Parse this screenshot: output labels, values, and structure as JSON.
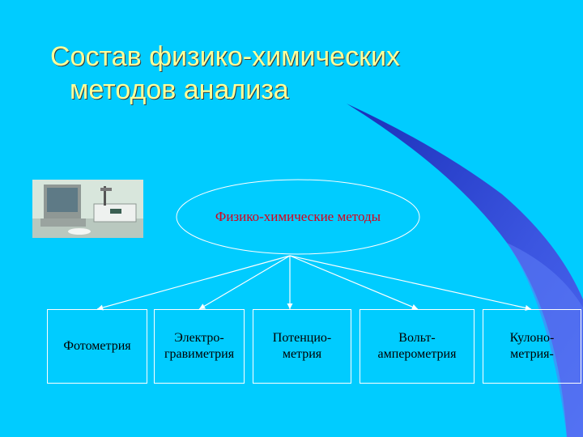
{
  "title": {
    "line1": "Состав физико-химических",
    "line2": "методов анализа"
  },
  "center_node": {
    "label": "Физико-химические методы"
  },
  "methods": [
    {
      "line1": "Фотометрия",
      "line2": ""
    },
    {
      "line1": "Электро-",
      "line2": "гравиметрия"
    },
    {
      "line1": "Потенцио-",
      "line2": "метрия"
    },
    {
      "line1": "Вольт-",
      "line2": "амперометрия"
    },
    {
      "line1": "Кулоно-",
      "line2": "метрия-"
    }
  ],
  "colors": {
    "background": "#00ccff",
    "title": "#ffff99",
    "center_label": "#d7001a",
    "connector": "#ffffff",
    "accent_shape": "#2a3fd0"
  }
}
